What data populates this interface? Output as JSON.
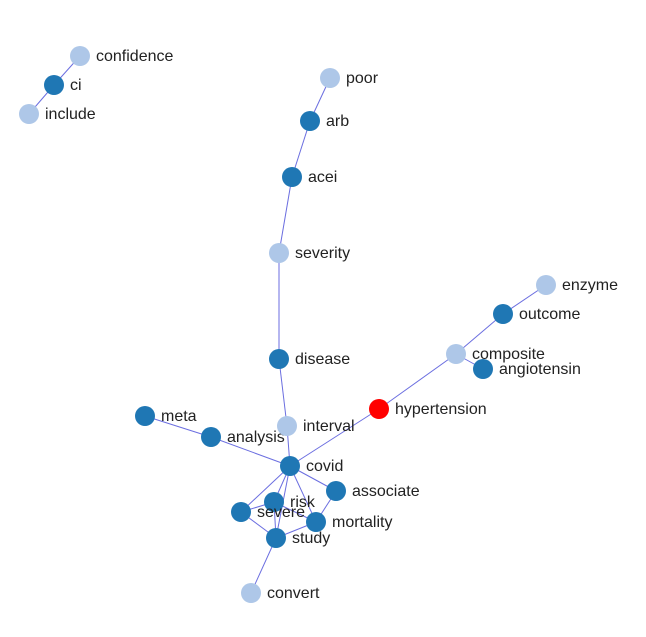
{
  "colors": {
    "dark": "#1f77b4",
    "light": "#aec7e8",
    "highlight": "#ff0000",
    "edge": "#6b6ee0"
  },
  "nodes": [
    {
      "id": "confidence",
      "label": "confidence",
      "style": "light"
    },
    {
      "id": "ci",
      "label": "ci",
      "style": "dark"
    },
    {
      "id": "include",
      "label": "include",
      "style": "light"
    },
    {
      "id": "poor",
      "label": "poor",
      "style": "light"
    },
    {
      "id": "arb",
      "label": "arb",
      "style": "dark"
    },
    {
      "id": "acei",
      "label": "acei",
      "style": "dark"
    },
    {
      "id": "severity",
      "label": "severity",
      "style": "light"
    },
    {
      "id": "enzyme",
      "label": "enzyme",
      "style": "light"
    },
    {
      "id": "outcome",
      "label": "outcome",
      "style": "dark"
    },
    {
      "id": "composite",
      "label": "composite",
      "style": "light"
    },
    {
      "id": "angiotensin",
      "label": "angiotensin",
      "style": "dark"
    },
    {
      "id": "disease",
      "label": "disease",
      "style": "dark"
    },
    {
      "id": "hypertension",
      "label": "hypertension",
      "style": "highlight"
    },
    {
      "id": "meta",
      "label": "meta",
      "style": "dark"
    },
    {
      "id": "analysis",
      "label": "analysis",
      "style": "dark"
    },
    {
      "id": "interval",
      "label": "interval",
      "style": "light"
    },
    {
      "id": "covid",
      "label": "covid",
      "style": "dark"
    },
    {
      "id": "associate",
      "label": "associate",
      "style": "dark"
    },
    {
      "id": "risk",
      "label": "risk",
      "style": "dark"
    },
    {
      "id": "severe",
      "label": "severe",
      "style": "dark"
    },
    {
      "id": "mortality",
      "label": "mortality",
      "style": "dark"
    },
    {
      "id": "study",
      "label": "study",
      "style": "dark"
    },
    {
      "id": "convert",
      "label": "convert",
      "style": "light"
    }
  ],
  "edges": [
    [
      "confidence",
      "ci"
    ],
    [
      "ci",
      "include"
    ],
    [
      "poor",
      "arb"
    ],
    [
      "arb",
      "acei"
    ],
    [
      "acei",
      "severity"
    ],
    [
      "severity",
      "disease"
    ],
    [
      "disease",
      "interval"
    ],
    [
      "interval",
      "covid"
    ],
    [
      "enzyme",
      "outcome"
    ],
    [
      "outcome",
      "composite"
    ],
    [
      "composite",
      "angiotensin"
    ],
    [
      "composite",
      "hypertension"
    ],
    [
      "hypertension",
      "covid"
    ],
    [
      "meta",
      "analysis"
    ],
    [
      "analysis",
      "covid"
    ],
    [
      "covid",
      "associate"
    ],
    [
      "covid",
      "risk"
    ],
    [
      "covid",
      "severe"
    ],
    [
      "covid",
      "mortality"
    ],
    [
      "covid",
      "study"
    ],
    [
      "risk",
      "severe"
    ],
    [
      "risk",
      "study"
    ],
    [
      "risk",
      "mortality"
    ],
    [
      "severe",
      "study"
    ],
    [
      "associate",
      "mortality"
    ],
    [
      "mortality",
      "study"
    ],
    [
      "study",
      "convert"
    ]
  ]
}
